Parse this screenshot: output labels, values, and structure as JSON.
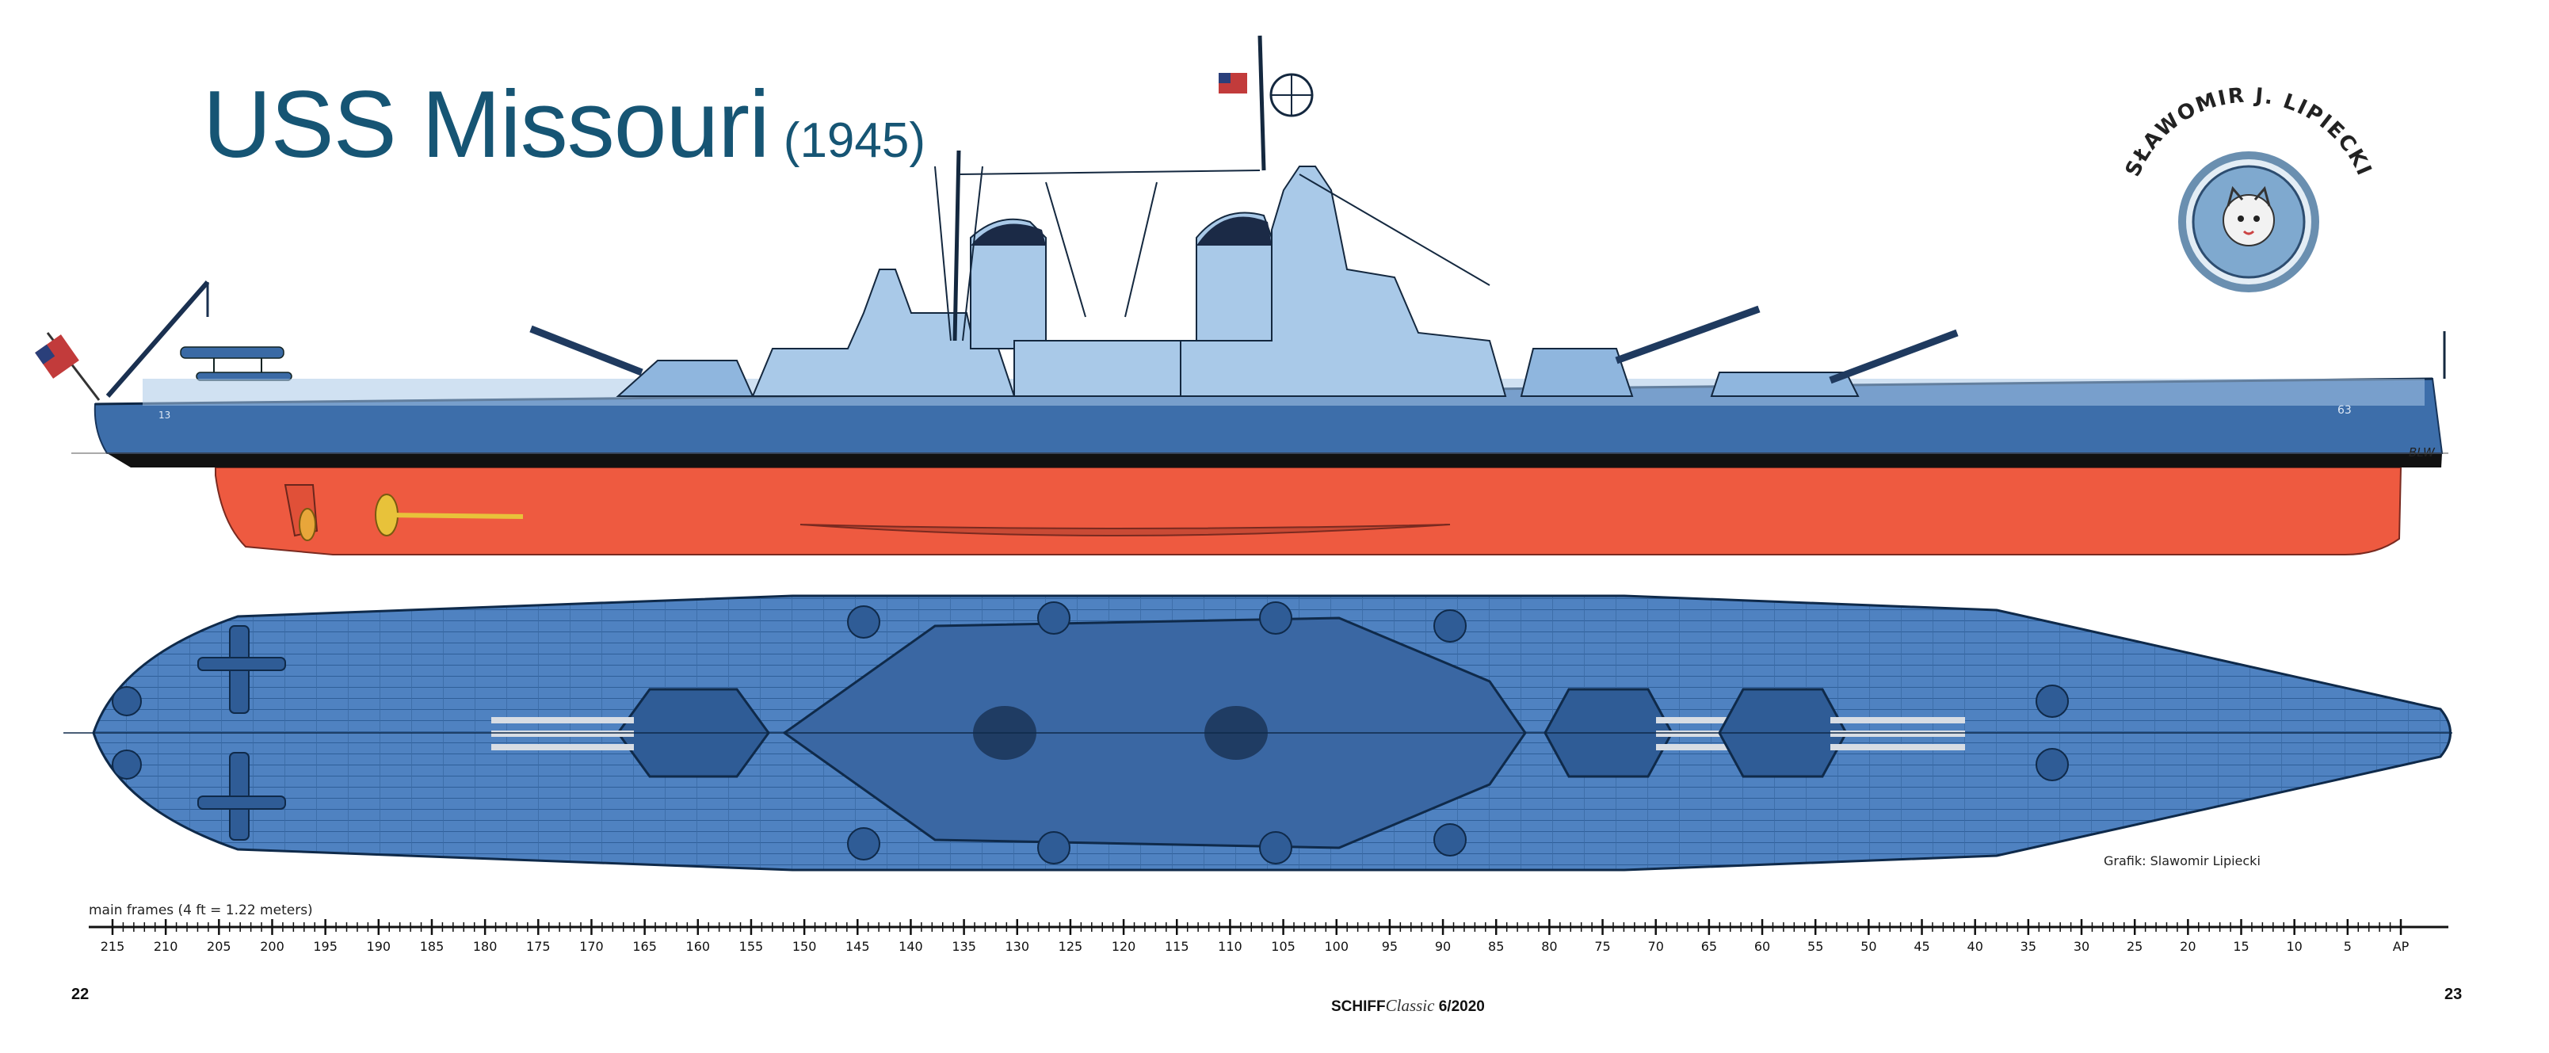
{
  "title": {
    "name": "USS Missouri",
    "year": "(1945)"
  },
  "signature": {
    "text": "SŁAWOMIR J. LIPIECKI"
  },
  "side_view": {
    "hull_number_bow": "63",
    "waterline_label": "BLW",
    "stern_mark": "13"
  },
  "colors": {
    "title": "#165574",
    "hull_upper": "#3d6eaa",
    "hull_lower": "#ee5a40",
    "boot_top": "#111111",
    "superstructure": "#a9c9e8",
    "deck": "#4f82c1",
    "deck_dark": "#3a67a3"
  },
  "scale": {
    "label": "main frames (4 ft = 1.22 meters)",
    "ticks": [
      "215",
      "210",
      "205",
      "200",
      "195",
      "190",
      "185",
      "180",
      "175",
      "170",
      "165",
      "160",
      "155",
      "150",
      "145",
      "140",
      "135",
      "130",
      "125",
      "120",
      "115",
      "110",
      "105",
      "100",
      "95",
      "90",
      "85",
      "80",
      "75",
      "70",
      "65",
      "60",
      "55",
      "50",
      "45",
      "40",
      "35",
      "30",
      "25",
      "20",
      "15",
      "10",
      "5",
      "AP"
    ]
  },
  "credit": "Grafik: Slawomir Lipiecki",
  "footer": {
    "page_left": "22",
    "page_right": "23",
    "magazine_prefix": "SCHIFF",
    "magazine_italic": "Classic",
    "magazine_issue": "6/2020"
  }
}
